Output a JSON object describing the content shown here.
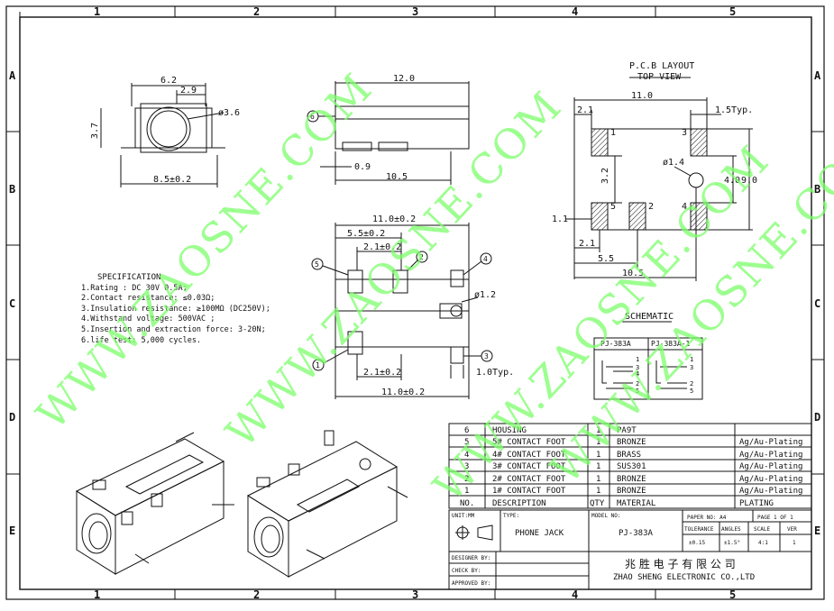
{
  "frame": {
    "columns": [
      "1",
      "2",
      "3",
      "4",
      "5"
    ],
    "rows": [
      "A",
      "B",
      "C",
      "D",
      "E"
    ]
  },
  "front_view": {
    "dim_top": "6.2",
    "dim_inner": "2.9",
    "dim_dia": "ø3.6",
    "dim_side": "3.7",
    "dim_bottom": "8.5±0.2"
  },
  "side_view": {
    "dim_top": "12.0",
    "balloon": "6",
    "dim_small": "0.9",
    "dim_bottom": "10.5"
  },
  "top_view": {
    "dim_top": "11.0±0.2",
    "dim_2": "5.5±0.2",
    "dim_3": "2.1±0.2",
    "dim_bottom_inner": "2.1±0.2",
    "dim_bottom": "11.0±0.2",
    "dim_pin": "1.0Typ.",
    "dim_hole": "ø1.2",
    "balloons": [
      "1",
      "2",
      "3",
      "4",
      "5"
    ]
  },
  "pcb": {
    "title": "P.C.B LAYOUT",
    "subtitle": "TOP VIEW",
    "dim_total": "11.0",
    "dim_left": "2.1",
    "dim_typ": "1.5Typ.",
    "dim_hole": "ø1.4",
    "dim_32": "3.2",
    "dim_40": "4.0",
    "dim_90": "9.0",
    "dim_11": "1.1",
    "dim_21b": "2.1",
    "dim_55": "5.5",
    "dim_105": "10.5",
    "pins": [
      "1",
      "3",
      "5",
      "2",
      "4"
    ]
  },
  "schematic": {
    "title": "SCHEMATIC",
    "col_a": "PJ-383A",
    "col_b": "PJ-383A-1",
    "pins_a": [
      "1",
      "3",
      "4",
      "2",
      "5"
    ],
    "pins_b": [
      "1",
      "3",
      "2",
      "5"
    ]
  },
  "spec": {
    "title": "SPECIFICATION",
    "items": [
      "1.Rating : DC 30V 0.5A;",
      "2.Contact resistance: ≤0.03Ω;",
      "3.Insulation resistance: ≥100MΩ (DC250V);",
      "4.Withstand voltage: 500VAC ;",
      "5.Insertion and extraction force: 3-20N;",
      "6.life test: 5,000 cycles."
    ]
  },
  "watermark": "WWW.ZAOSNE.COM",
  "bom": {
    "rows": [
      {
        "no": "6",
        "desc": "HOUSING",
        "qty": "1",
        "mat": "PA9T",
        "plating": ""
      },
      {
        "no": "5",
        "desc": "5# CONTACT FOOT",
        "qty": "1",
        "mat": "BRONZE",
        "plating": "Ag/Au-Plating"
      },
      {
        "no": "4",
        "desc": "4# CONTACT FOOT",
        "qty": "1",
        "mat": "BRASS",
        "plating": "Ag/Au-Plating"
      },
      {
        "no": "3",
        "desc": "3# CONTACT FOOT",
        "qty": "1",
        "mat": "SUS301",
        "plating": "Ag/Au-Plating"
      },
      {
        "no": "2",
        "desc": "2# CONTACT FOOT",
        "qty": "1",
        "mat": "BRONZE",
        "plating": "Ag/Au-Plating"
      },
      {
        "no": "1",
        "desc": "1# CONTACT FOOT",
        "qty": "1",
        "mat": "BRONZE",
        "plating": "Ag/Au-Plating"
      }
    ],
    "header": {
      "no": "NO.",
      "desc": "DESCRIPTION",
      "qty": "QTY",
      "mat": "MATERIAL",
      "plating": "PLATING"
    }
  },
  "title_block": {
    "unit_label": "UNIT:MM",
    "type_label": "TYPE:",
    "type_value": "PHONE JACK",
    "model_label": "MODEL NO:",
    "model_value": "PJ-383A",
    "paper": "PAPER NO: A4",
    "page": "PAGE 1 OF 1",
    "tol_label": "TOLERANCE",
    "ang_label": "ANGLES",
    "scale_label": "SCALE",
    "ver_label": "VER",
    "tol_value": "±0.15",
    "ang_value": "±1.5°",
    "scale_value": "4:1",
    "ver_value": "1",
    "designer": "DESIGNER BY:",
    "check": "CHECK   BY:",
    "approved": "APPROVED BY:",
    "company_cn": "兆 胜 电 子 有 限 公 司",
    "company_en": "ZHAO SHENG ELECTRONIC CO.,LTD"
  }
}
